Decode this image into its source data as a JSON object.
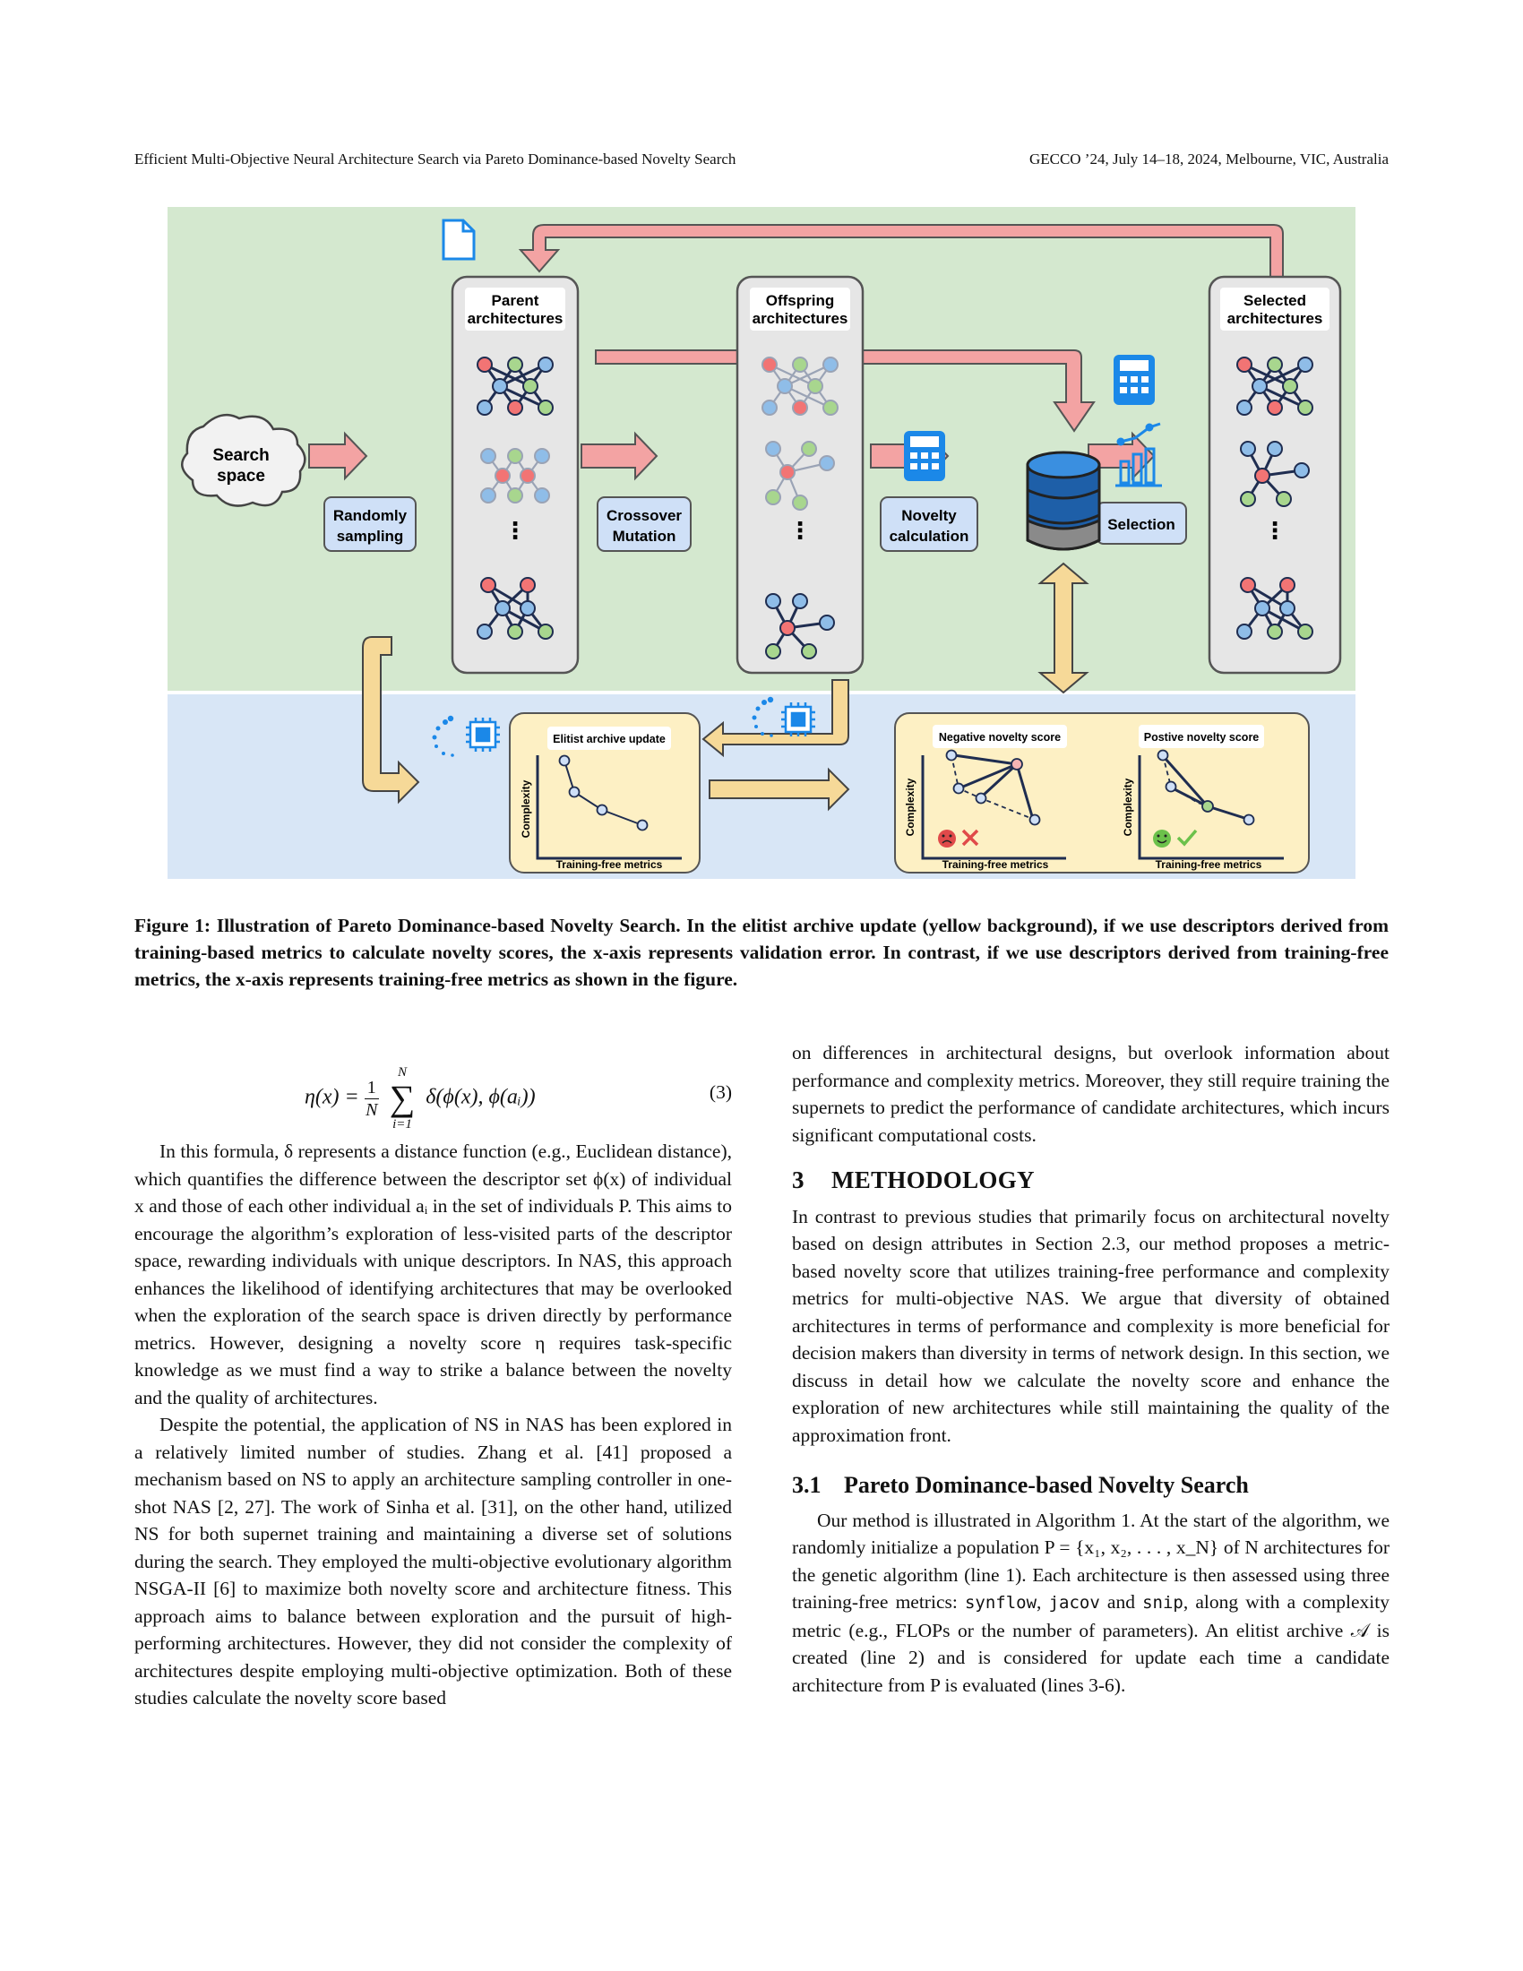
{
  "header": {
    "left": "Efficient Multi-Objective Neural Architecture Search via Pareto Dominance-based Novelty Search",
    "right": "GECCO ’24, July 14–18, 2024, Melbourne, VIC, Australia"
  },
  "figure": {
    "search_space": [
      "Search",
      "space"
    ],
    "randomly_sampling": [
      "Randomly",
      "sampling"
    ],
    "crossover_mutation": [
      "Crossover",
      "Mutation"
    ],
    "novelty_calculation": [
      "Novelty",
      "calculation"
    ],
    "selection": "Selection",
    "parent": [
      "Parent",
      "architectures"
    ],
    "offspring": [
      "Offspring",
      "architectures"
    ],
    "selected": [
      "Selected",
      "architectures"
    ],
    "ellipsis": "⋮",
    "elitist_title": "Elitist archive update",
    "negative_title": "Negative novelty score",
    "positive_title": "Postive novelty score",
    "y_label": "Complexity",
    "x_label": "Training-free metrics",
    "colors": {
      "green_bg": "#d4e8cf",
      "blue_bg": "#d8e6f6",
      "panel_bg": "#fdf0c4",
      "arrow_red": "#f3a3a3",
      "arrow_yellow": "#f6d998",
      "label_blue": "#cfe0f7",
      "icon_blue": "#1b88e8"
    }
  },
  "caption": "Figure 1: Illustration of Pareto Dominance-based Novelty Search. In the elitist archive update (yellow background), if we use descriptors derived from training-based metrics to calculate novelty scores, the x-axis represents validation error. In contrast, if we use descriptors derived from training-free metrics, the x-axis represents training-free metrics as shown in the figure.",
  "equation": {
    "lhs": "η(x) =",
    "frac_num": "1",
    "frac_den": "N",
    "sum_top": "N",
    "sum_bottom": "i=1",
    "rhs": "δ(ϕ(x), ϕ(aᵢ))",
    "number": "(3)"
  },
  "left_column": {
    "p1": "In this formula, δ represents a distance function (e.g., Euclidean distance), which quantifies the difference between the descriptor set ϕ(x) of individual x and those of each other individual aᵢ in the set of individuals P. This aims to encourage the algorithm’s exploration of less-visited parts of the descriptor space, rewarding individuals with unique descriptors. In NAS, this approach enhances the likelihood of identifying architectures that may be overlooked when the exploration of the search space is driven directly by performance metrics. However, designing a novelty score η requires task-specific knowledge as we must find a way to strike a balance between the novelty and the quality of architectures.",
    "p2": "Despite the potential, the application of NS in NAS has been explored in a relatively limited number of studies. Zhang et al. [41] proposed a mechanism based on NS to apply an architecture sampling controller in one-shot NAS [2, 27]. The work of Sinha et al. [31], on the other hand, utilized NS for both supernet training and maintaining a diverse set of solutions during the search. They employed the multi-objective evolutionary algorithm NSGA-II [6] to maximize both novelty score and architecture fitness. This approach aims to balance between exploration and the pursuit of high-performing architectures. However, they did not consider the complexity of architectures despite employing multi-objective optimization. Both of these studies calculate the novelty score based"
  },
  "right_column": {
    "p0": "on differences in architectural designs, but overlook information about performance and complexity metrics. Moreover, they still require training the supernets to predict the performance of candidate architectures, which incurs significant computational costs.",
    "section_num": "3",
    "section_title": "METHODOLOGY",
    "p1": "In contrast to previous studies that primarily focus on architectural novelty based on design attributes in Section 2.3, our method proposes a metric-based novelty score that utilizes training-free performance and complexity metrics for multi-objective NAS. We argue that diversity of obtained architectures in terms of performance and complexity is more beneficial for decision makers than diversity in terms of network design. In this section, we discuss in detail how we calculate the novelty score and enhance the exploration of new architectures while still maintaining the quality of the approximation front.",
    "subsection_num": "3.1",
    "subsection_title": "Pareto Dominance-based Novelty Search",
    "p2_a": "Our method is illustrated in Algorithm 1. At the start of the algorithm, we randomly initialize a population P = {x₁, x₂, . . . , x_N} of N architectures for the genetic algorithm (line 1). Each architecture is then assessed using three training-free metrics: ",
    "m1": "synflow",
    "p2_b": ", ",
    "m2": "jacov",
    "p2_c": " and ",
    "m3": "snip",
    "p2_d": ", along with a complexity metric (e.g., FLOPs or the number of parameters). An elitist archive 𝒜 is created (line 2) and is considered for update each time a candidate architecture from P is evaluated (lines 3-6)."
  }
}
